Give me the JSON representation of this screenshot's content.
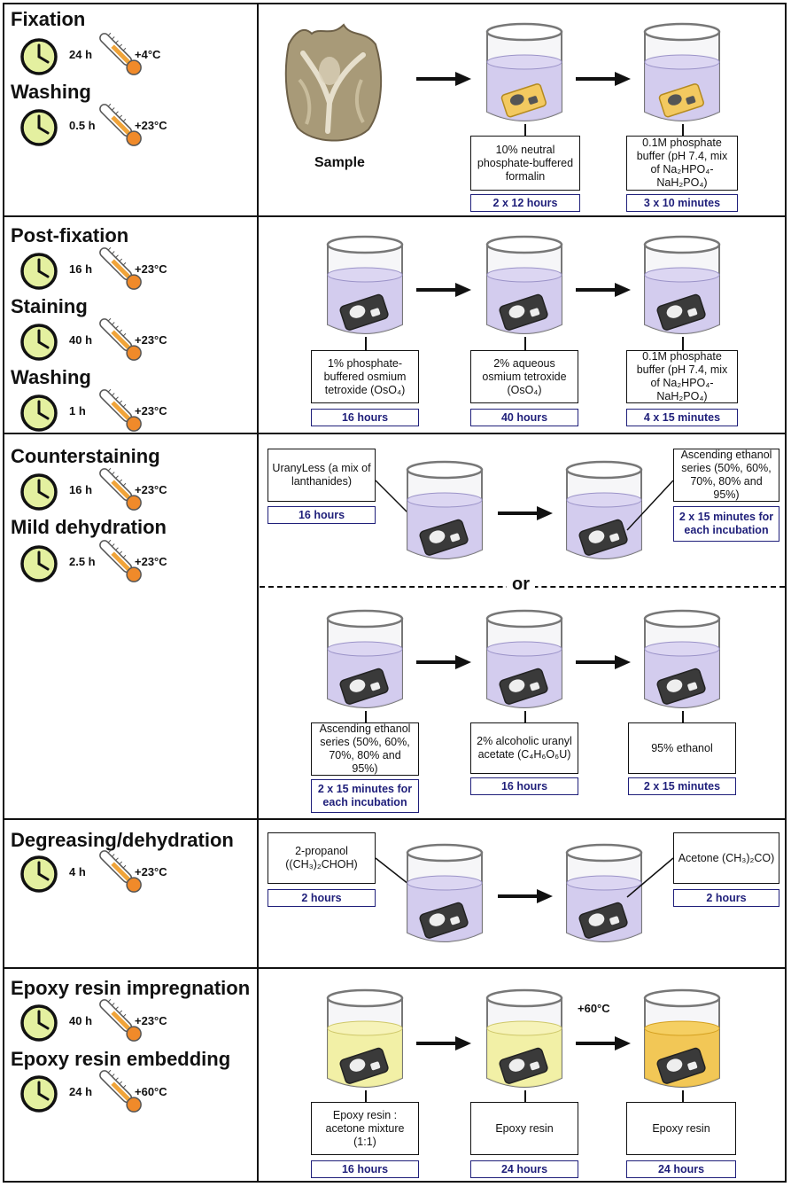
{
  "stages": [
    {
      "title": "Fixation",
      "duration": "24 h",
      "temperature": "+4°C"
    },
    {
      "title": "Washing",
      "duration": "0.5 h",
      "temperature": "+23°C"
    },
    {
      "title": "Post-fixation",
      "duration": "16 h",
      "temperature": "+23°C"
    },
    {
      "title": "Staining",
      "duration": "40 h",
      "temperature": "+23°C"
    },
    {
      "title": "Washing",
      "duration": "1 h",
      "temperature": "+23°C"
    },
    {
      "title": "Counterstaining",
      "duration": "16 h",
      "temperature": "+23°C"
    },
    {
      "title": "Mild dehydration",
      "duration": "2.5 h",
      "temperature": "+23°C"
    },
    {
      "title": "Degreasing/dehydration",
      "duration": "4 h",
      "temperature": "+23°C"
    },
    {
      "title": "Epoxy resin impregnation",
      "duration": "40 h",
      "temperature": "+23°C"
    },
    {
      "title": "Epoxy resin embedding",
      "duration": "24 h",
      "temperature": "+60°C"
    }
  ],
  "row1": {
    "sample_label": "Sample",
    "steps": [
      {
        "reagent": "10% neutral phosphate-buffered formalin",
        "time": "2 x 12 hours"
      },
      {
        "reagent": "0.1M phosphate buffer (pH 7.4, mix of Na₂HPO₄-NaH₂PO₄)",
        "time": "3 x 10 minutes"
      }
    ]
  },
  "row2": {
    "steps": [
      {
        "reagent": "1% phosphate-buffered osmium tetroxide (OsO₄)",
        "time": "16 hours"
      },
      {
        "reagent": "2% aqueous osmium tetroxide (OsO₄)",
        "time": "40 hours"
      },
      {
        "reagent": "0.1M phosphate buffer (pH 7.4, mix of Na₂HPO₄-NaH₂PO₄)",
        "time": "4 x 15 minutes"
      }
    ]
  },
  "row3a": {
    "steps": [
      {
        "reagent": "UranyLess (a mix of lanthanides)",
        "time": "16 hours"
      },
      {
        "reagent": "Ascending ethanol series (50%, 60%, 70%, 80% and 95%)",
        "time": "2 x 15 minutes for each incubation"
      }
    ]
  },
  "or_label": "or",
  "row3b": {
    "steps": [
      {
        "reagent": "Ascending ethanol series (50%, 60%, 70%, 80% and 95%)",
        "time": "2 x 15 minutes for each incubation"
      },
      {
        "reagent": "2% alcoholic uranyl acetate (C₄H₆O₆U)",
        "time": "16 hours"
      },
      {
        "reagent": "95% ethanol",
        "time": "2 x 15 minutes"
      }
    ]
  },
  "row4": {
    "steps": [
      {
        "reagent": "2-propanol ((CH₃)₂CHOH)",
        "time": "2 hours"
      },
      {
        "reagent": "Acetone (CH₃)₂CO)",
        "time": "2 hours"
      }
    ]
  },
  "row5": {
    "heat_label": "+60°C",
    "steps": [
      {
        "reagent": "Epoxy resin : acetone mixture (1:1)",
        "time": "16 hours"
      },
      {
        "reagent": "Epoxy resin",
        "time": "24 hours"
      },
      {
        "reagent": "Epoxy resin",
        "time": "24 hours"
      }
    ]
  },
  "colors": {
    "clock_face": "#e4f0a0",
    "liquid_blue": "#cfc8ec",
    "liquid_yellow": "#f2ef9c",
    "liquid_amber": "#f2c244",
    "time_border": "#1f1f7a",
    "formalin_sample": "#f3c960",
    "osmium_sample": "#3a3a3a"
  }
}
